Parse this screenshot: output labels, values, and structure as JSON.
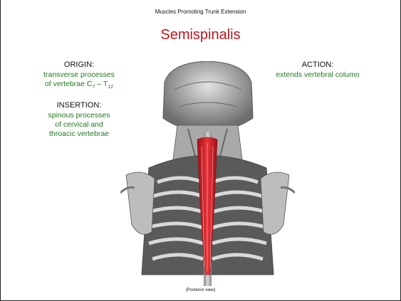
{
  "header": {
    "topic": "Muscles Promoting Trunk Extension",
    "title": "Semispinalis"
  },
  "origin": {
    "heading": "ORIGIN:",
    "line1": "transverse processes",
    "line2_prefix": "of vertebrae C",
    "sub1": "7",
    "dash": " – T",
    "sub2": "12"
  },
  "insertion": {
    "heading": "INSERTION:",
    "line1": "spinous processes",
    "line2": "of cervical and",
    "line3": "throacic vertebrae"
  },
  "action": {
    "heading": "ACTION:",
    "value": "extends vertebral column"
  },
  "caption": "(Posterior view)",
  "colors": {
    "title": "#c0141c",
    "detail_text": "#1e7a1e",
    "muscle": "#d9252a"
  }
}
